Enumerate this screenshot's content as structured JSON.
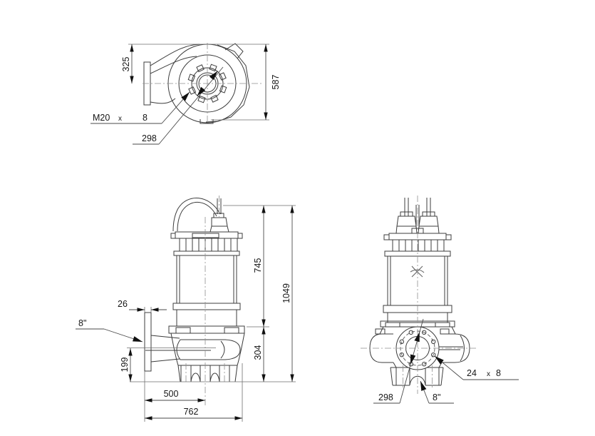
{
  "drawing": {
    "background": "#ffffff",
    "part_line_color": "#3c3c3c",
    "dimension_line_color": "#4a4a4a",
    "text_color": "#161616",
    "top_view": {
      "dim_top_to_flange_center": "325",
      "dim_overall_height": "587",
      "bolt_spec": {
        "thread": "M20",
        "sign": "x",
        "count": "8"
      },
      "dim_bolt_circle_diameter": "298"
    },
    "side_view": {
      "dim_flange_thickness": "26",
      "label_discharge_size": "8\"",
      "dim_discharge_center_to_base": "199",
      "dim_flange_face_to_axis": "500",
      "dim_overall_length": "762",
      "dim_motor_section_height": "745",
      "dim_volute_section_height": "304",
      "dim_overall_height": "1049"
    },
    "front_view": {
      "dim_bolt_circle_diameter": "298",
      "bolt_holes": {
        "size": "24",
        "sign": "x",
        "count": "8"
      },
      "label_discharge_size": "8\""
    }
  }
}
